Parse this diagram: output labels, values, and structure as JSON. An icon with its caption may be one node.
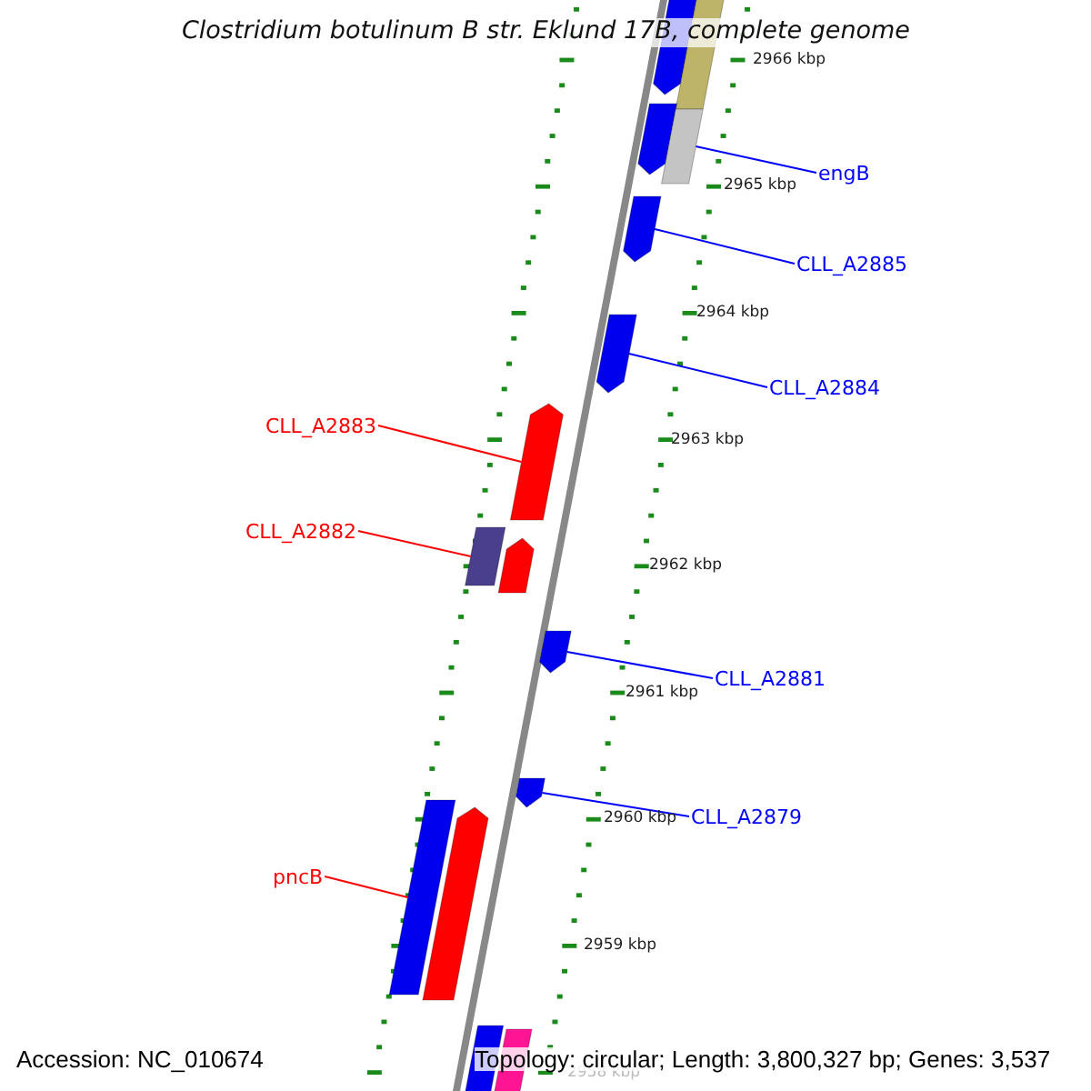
{
  "diagram": {
    "title": "Clostridium botulinum B str. Eklund 17B, complete genome",
    "nodes": [
      {
        "text": [
          "engB"
        ]
      },
      {
        "text": [
          "CLL_A2885"
        ]
      },
      {
        "text": [
          "CLL_A2884"
        ]
      },
      {
        "text": [
          "CLL_A2883"
        ]
      },
      {
        "text": [
          "CLL_A2882"
        ]
      },
      {
        "text": [
          "CLL_A2881"
        ]
      },
      {
        "text": [
          "CLL_A2879"
        ]
      },
      {
        "text": [
          "pncB"
        ]
      },
      {
        "text": [],
        "shape": "bar"
      },
      {
        "text": [],
        "shape": "bar"
      },
      {
        "text": [],
        "shape": "bar"
      },
      {
        "text": [],
        "shape": "bar"
      },
      {
        "text": [],
        "shape": "bar"
      },
      {
        "text": [],
        "shape": "bar"
      },
      {
        "text": [],
        "shape": "bar"
      },
      {
        "text": [],
        "shape": "bar"
      },
      {
        "text": [],
        "shape": "bar"
      },
      {
        "text": [],
        "shape": "bar"
      },
      {
        "text": [],
        "shape": "bar"
      },
      {
        "text": [],
        "shape": "bar"
      },
      {
        "text": [],
        "shape": "bar"
      },
      {
        "text": [],
        "shape": "bar"
      },
      {
        "text": [],
        "shape": "bar"
      }
    ],
    "edges": [
      {
        "from": 0,
        "to": 11,
        "arrow": "none"
      },
      {
        "from": 1,
        "to": 12,
        "arrow": "none"
      },
      {
        "from": 2,
        "to": 13,
        "arrow": "none"
      },
      {
        "from": 3,
        "to": 14,
        "arrow": "none",
        "color": "#ff0000"
      },
      {
        "from": 4,
        "to": 15,
        "arrow": "none",
        "color": "#ff0000"
      },
      {
        "from": 5,
        "to": 17,
        "arrow": "none"
      },
      {
        "from": 6,
        "to": 18,
        "arrow": "none"
      },
      {
        "from": 7,
        "to": 19,
        "arrow": "none",
        "color": "#ff0000"
      }
    ],
    "labels": [
      "2966 kbp",
      "2965 kbp",
      "2964 kbp",
      "2963 kbp",
      "2962 kbp",
      "2961 kbp",
      "2960 kbp",
      "2959 kbp",
      "2958 kbp",
      "Accession: NC_010674",
      "Topology: circular; Length: 3,800,327 bp; Genes: 3,537"
    ]
  }
}
